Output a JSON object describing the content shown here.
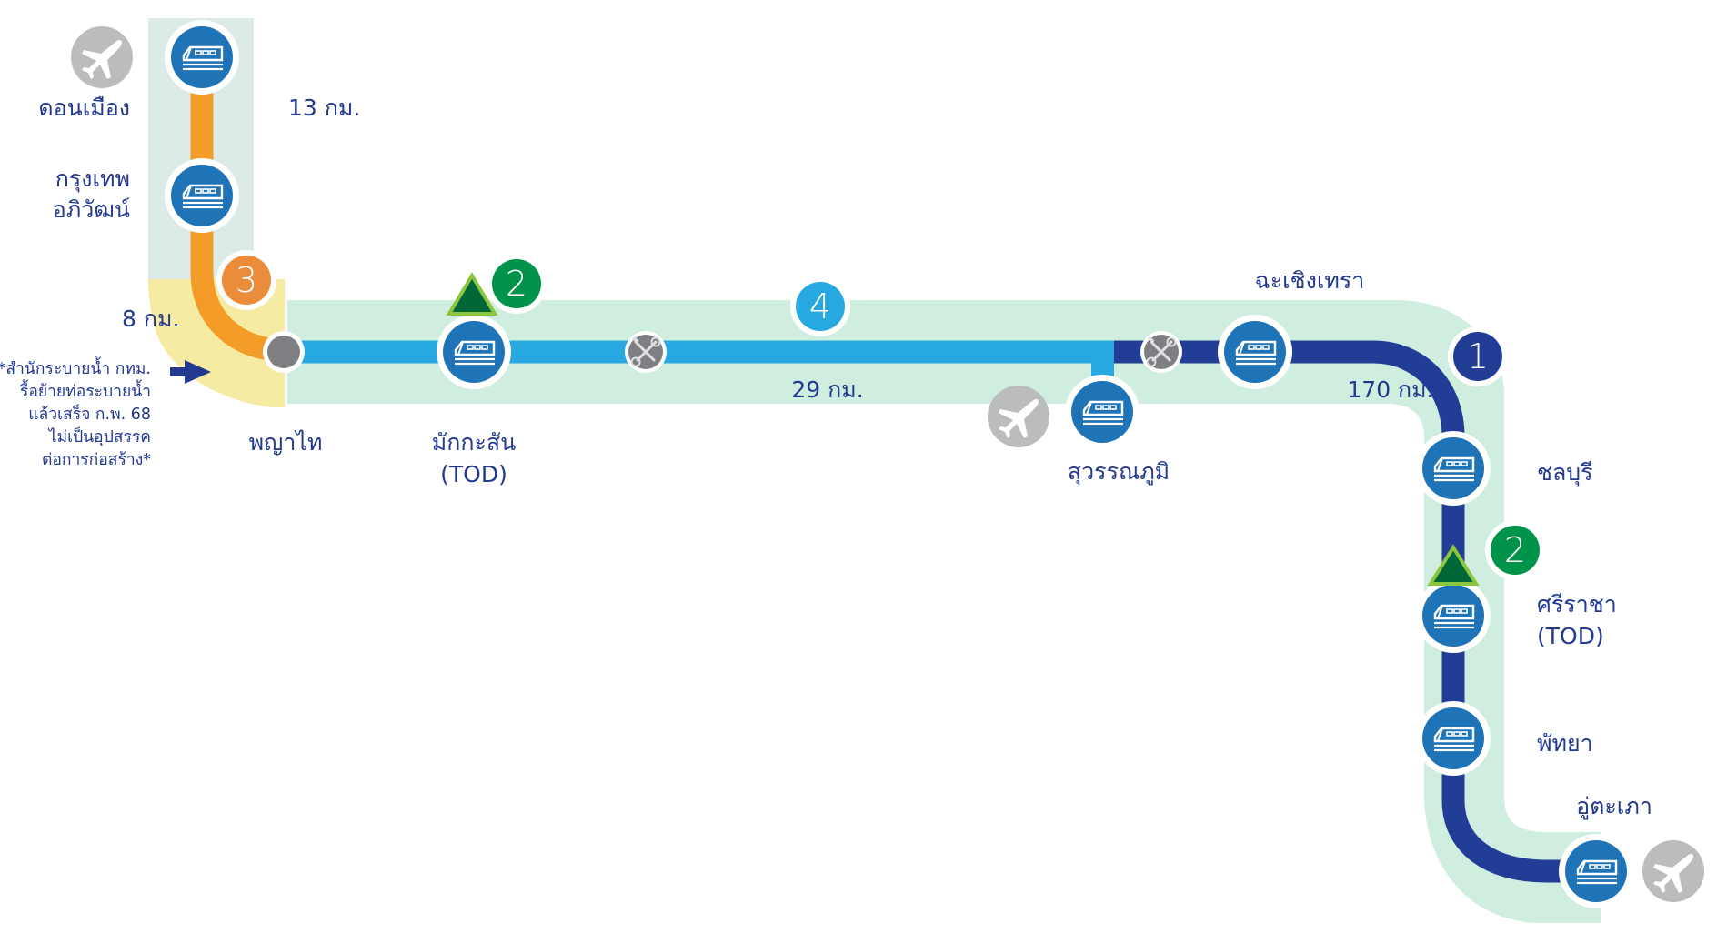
{
  "colors": {
    "orange_line": "#f49c28",
    "light_blue_line": "#27a8e0",
    "dark_blue_line": "#223d95",
    "station_fill": "#1f73b7",
    "gray_band": "#dcebe7",
    "green_band": "#cfeedf",
    "yellow_band": "#f6eba3",
    "label_text": "#22398f",
    "airport_gray": "#bbbcbe",
    "wrench_gray": "#7e7f82",
    "badge_orange": "#e98c3b",
    "badge_green": "#00934a",
    "badge_light_blue": "#27a8e0",
    "badge_dark_blue": "#223d95",
    "triangle_dark": "#006838",
    "triangle_light": "#8cc63f"
  },
  "stations": {
    "don_mueang": "ดอนเมือง",
    "bangkok_aphiwat_line1": "กรุงเทพ",
    "bangkok_aphiwat_line2": "อภิวัฒน์",
    "phaya_thai": "พญาไท",
    "makkasan_line1": "มักกะสัน",
    "makkasan_line2": "(TOD)",
    "suvarnabhumi": "สุวรรณภูมิ",
    "chachoengsao": "ฉะเชิงเทรา",
    "chonburi": "ชลบุรี",
    "si_racha_line1": "ศรีราชา",
    "si_racha_line2": "(TOD)",
    "pattaya": "พัทยา",
    "u_tapao": "อู่ตะเภา"
  },
  "distances": {
    "don_mueang_segment": "13 กม.",
    "phaya_thai_segment": "8 กม.",
    "airport_link_segment": "29 กม.",
    "main_segment": "170 กม."
  },
  "section_badges": {
    "orange": "3",
    "light_blue": "4",
    "dark_blue": "1",
    "green_makkasan": "2",
    "green_si_racha": "2"
  },
  "note": {
    "line1": "*สำนักระบายน้ำ กทม.",
    "line2": "รื้อย้ายท่อระบายน้ำ",
    "line3": "แล้วเสร็จ ก.พ. 68",
    "line4": "ไม่เป็นอุปสรรค",
    "line5": "ต่อการก่อสร้าง*"
  },
  "icons": {
    "station": "train-icon",
    "airport": "airplane-icon",
    "maintenance": "wrench-screwdriver-icon",
    "tod": "triangle-icon",
    "junction": "junction-dot-icon",
    "note_pointer": "arrow-right-icon"
  }
}
